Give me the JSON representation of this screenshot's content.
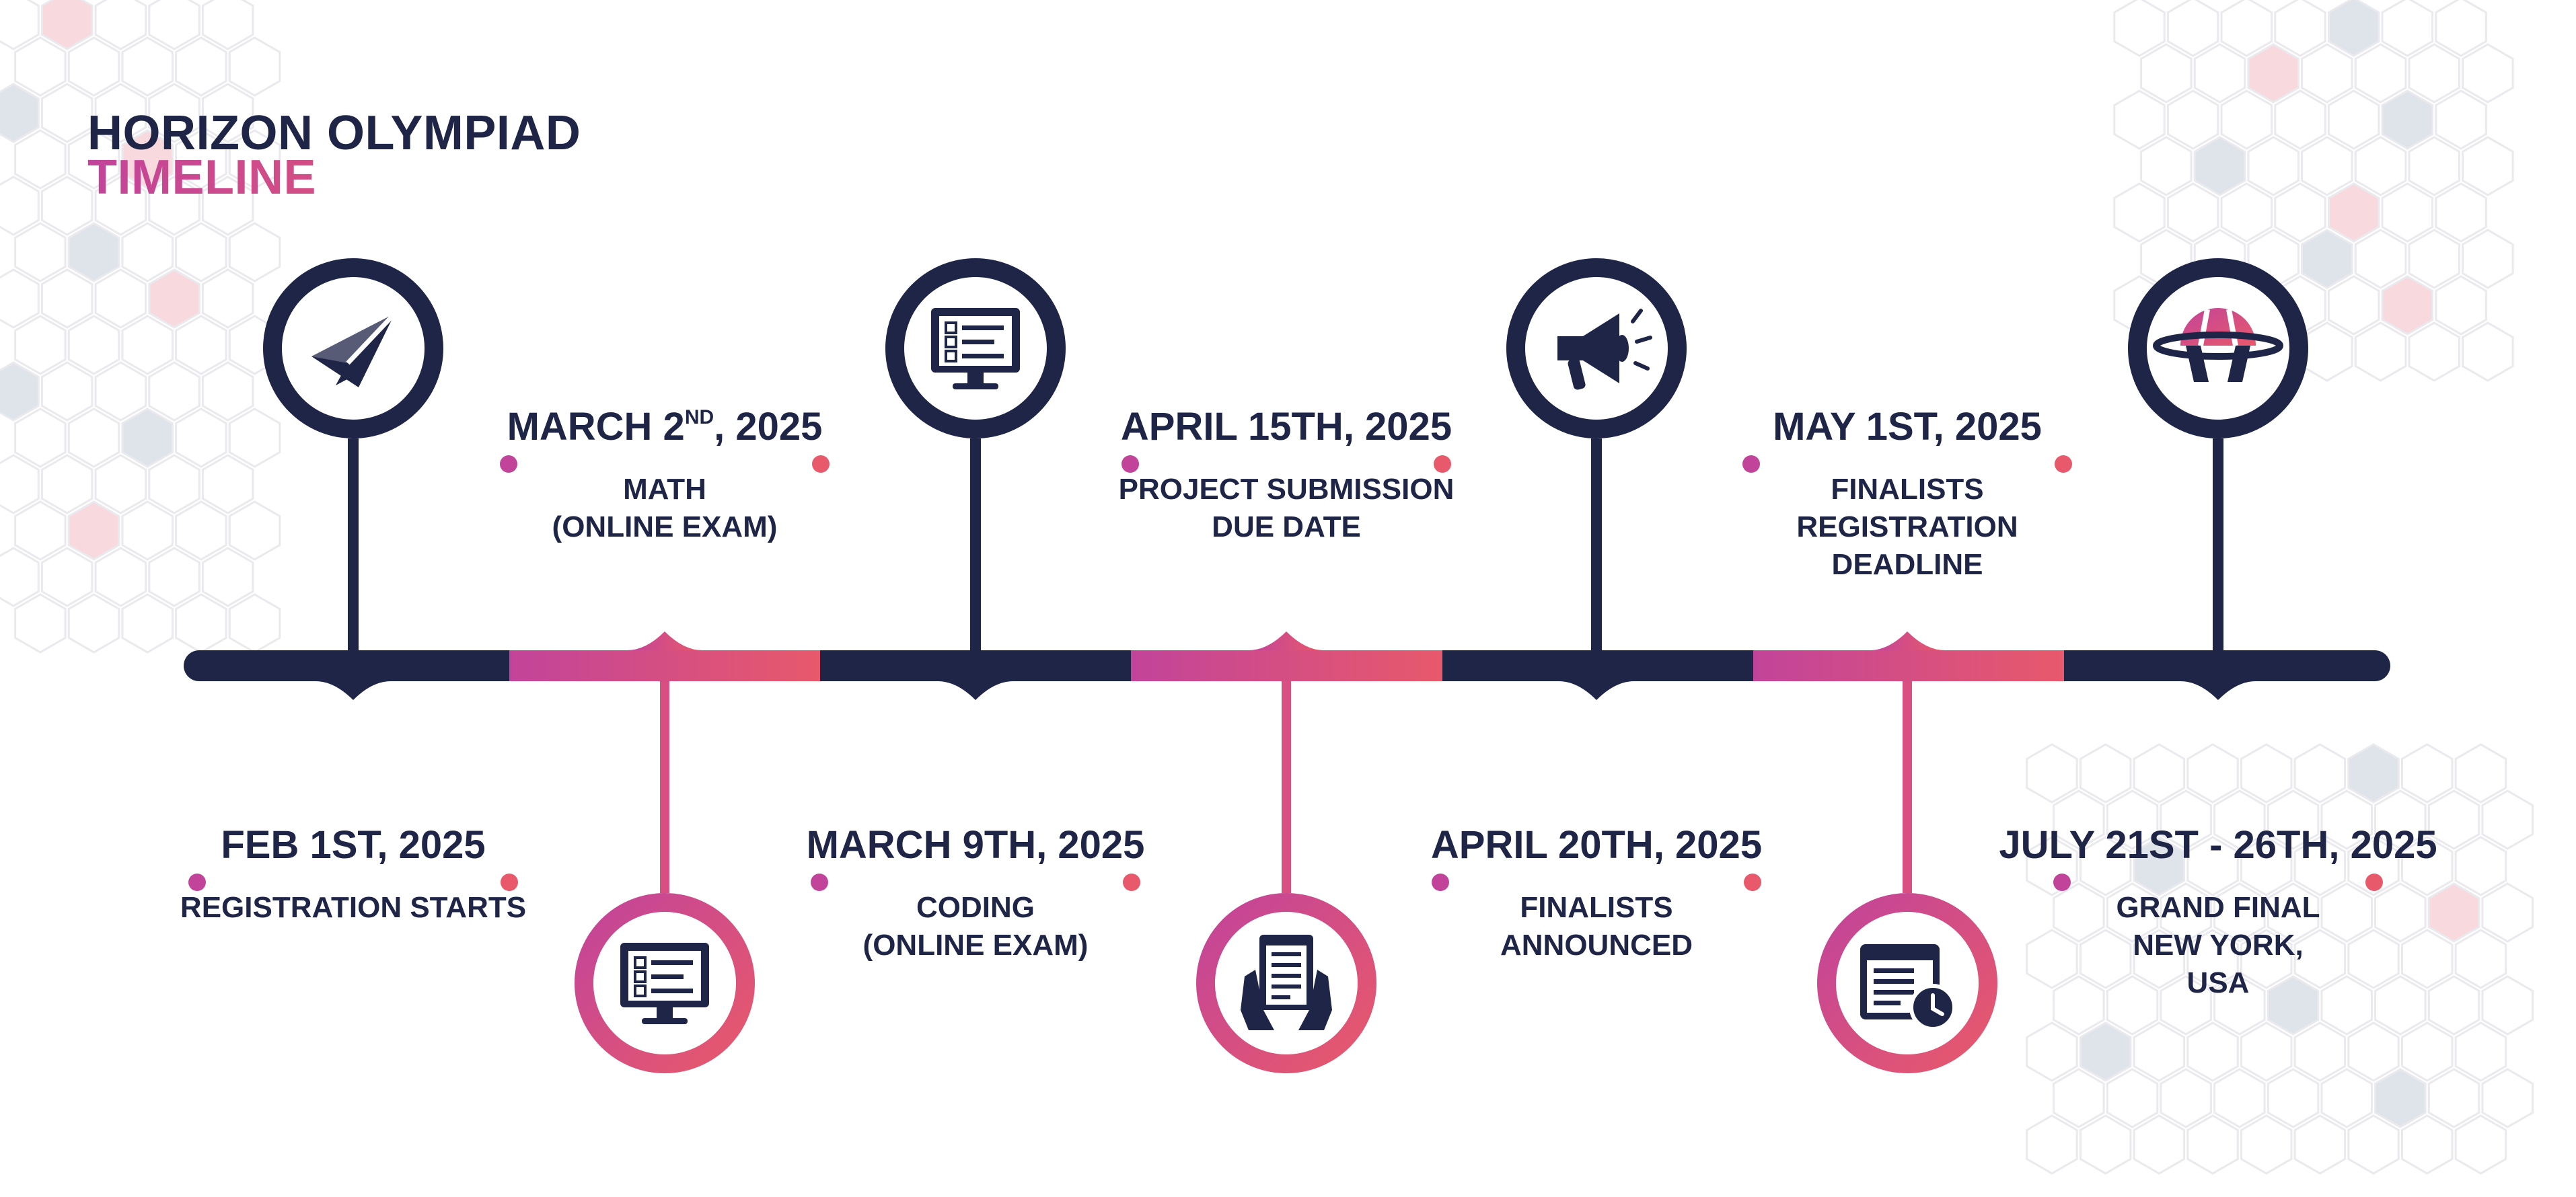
{
  "title": {
    "line1": "HORIZON OLYMPIAD",
    "line2": "TIMELINE"
  },
  "colors": {
    "navy": "#1f2547",
    "magenta": "#c2449a",
    "coral": "#e8596b",
    "hex_outline": "#e9e9ee",
    "hex_fill_gray": "#dfe3ea",
    "hex_fill_pink": "#f7d9de"
  },
  "events": [
    {
      "date": "FEB 1ST, 2025",
      "description": "REGISTRATION STARTS",
      "icon": "paper-plane-icon",
      "position": "above",
      "theme": "navy"
    },
    {
      "date_main": "MARCH 2",
      "date_sup": "ND",
      "date_tail": ", 2025",
      "description": "MATH\n(ONLINE EXAM)",
      "icon": "computer-checklist-icon",
      "position": "below",
      "theme": "gradient"
    },
    {
      "date": "MARCH 9TH, 2025",
      "description": "CODING\n(ONLINE EXAM)",
      "icon": "computer-checklist-icon",
      "position": "above",
      "theme": "navy"
    },
    {
      "date": "APRIL 15TH, 2025",
      "description": "PROJECT SUBMISSION\nDUE DATE",
      "icon": "hands-document-icon",
      "position": "below",
      "theme": "gradient"
    },
    {
      "date": "APRIL 20TH, 2025",
      "description": "FINALISTS\nANNOUNCED",
      "icon": "megaphone-icon",
      "position": "above",
      "theme": "navy"
    },
    {
      "date": "MAY 1ST, 2025",
      "description": "FINALISTS\nREGISTRATION\nDEADLINE",
      "icon": "browser-clock-icon",
      "position": "below",
      "theme": "gradient"
    },
    {
      "date": "JULY 21ST - 26TH, 2025",
      "description": "GRAND FINAL\nNEW YORK,\nUSA",
      "icon": "globe-icon",
      "position": "above",
      "theme": "navy"
    }
  ]
}
